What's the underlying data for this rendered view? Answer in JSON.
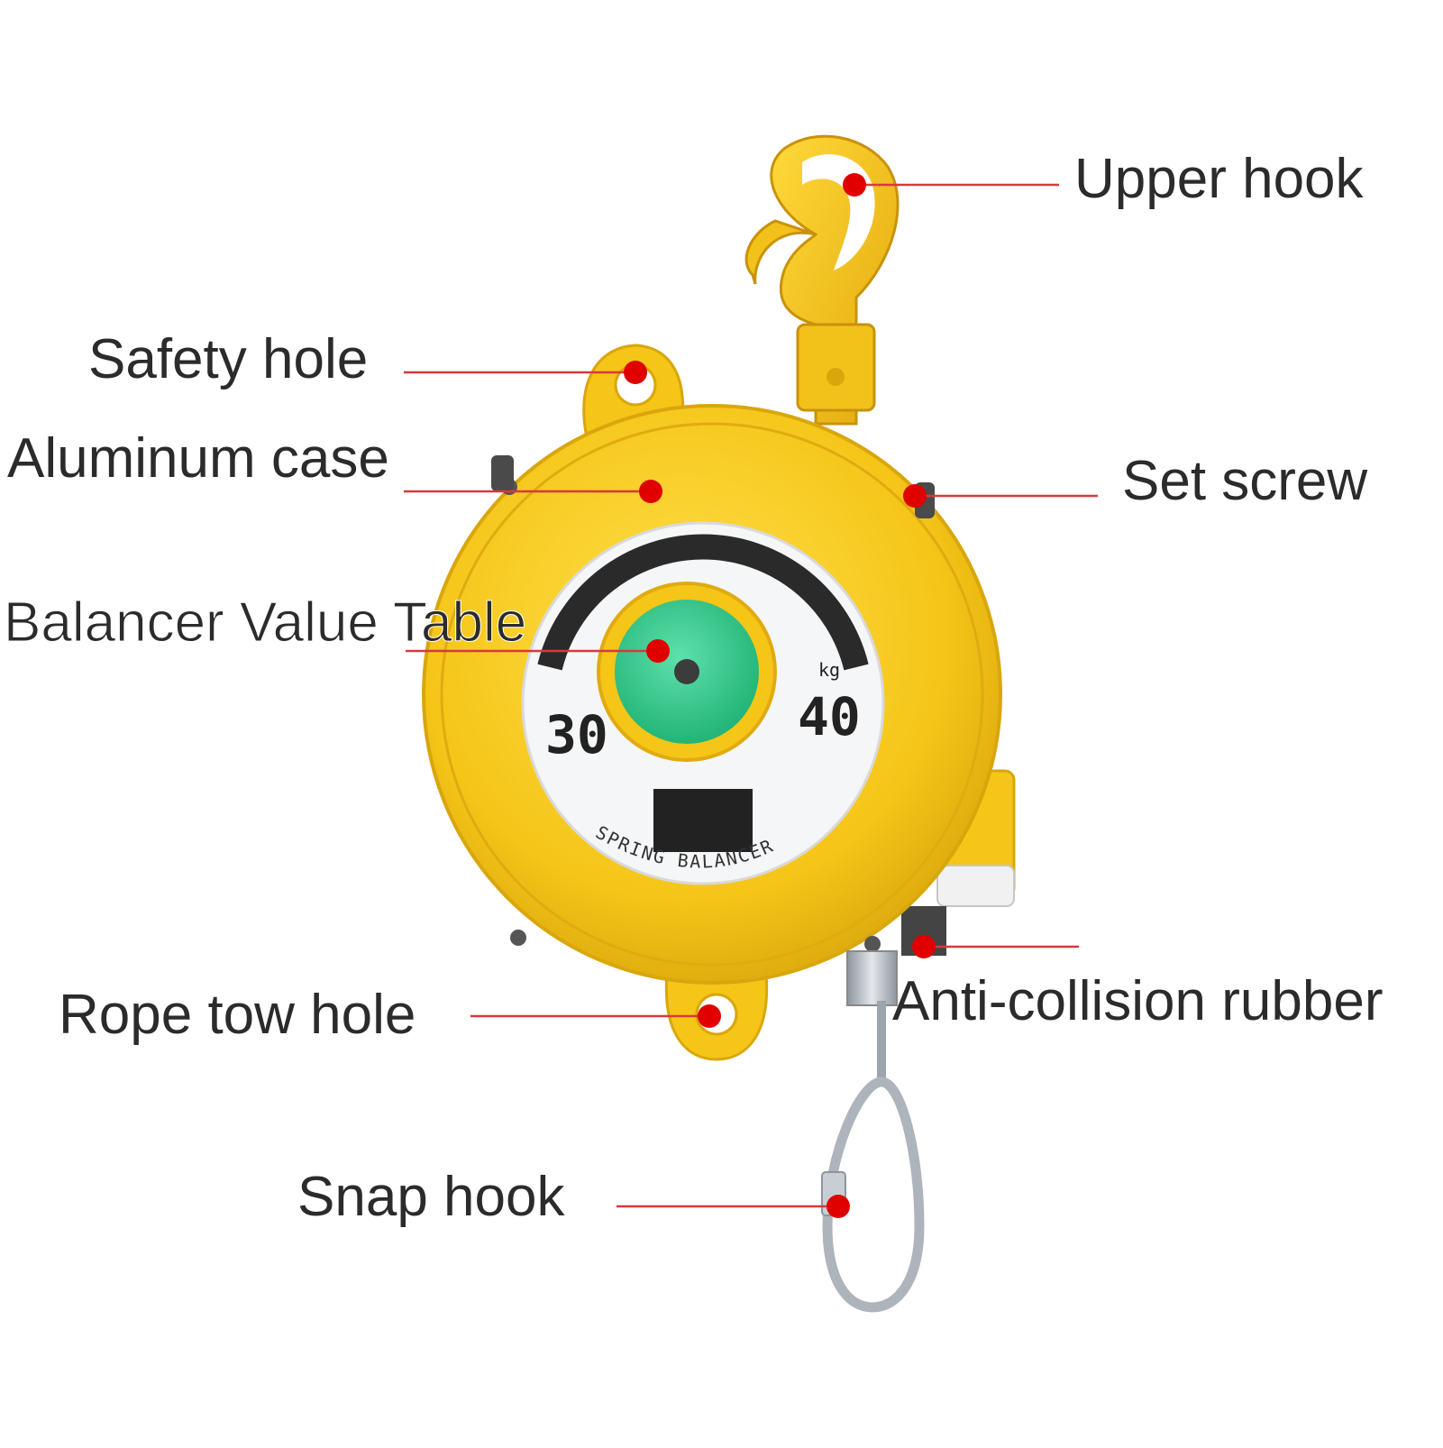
{
  "labels": {
    "upper_hook": "Upper hook",
    "safety_hole": "Safety hole",
    "aluminum_case": "Aluminum case",
    "set_screw": "Set screw",
    "balancer_value_table": "Balancer Value Table",
    "rope_tow_hole": "Rope tow hole",
    "anti_collision_rubber": "Anti-collision rubber",
    "snap_hook": "Snap hook"
  },
  "dial": {
    "value_left": "30",
    "value_right": "40",
    "unit": "kg",
    "brand_text": "SPRING BALANCER"
  },
  "colors": {
    "body_yellow": "#f5c518",
    "hook_yellow": "#f2c21a",
    "dial_green": "#2fc98a",
    "dial_face": "#f4f6f8",
    "marker_red": "#e00000",
    "leader_red": "#d63a3a",
    "steel": "#b9bfc6"
  }
}
